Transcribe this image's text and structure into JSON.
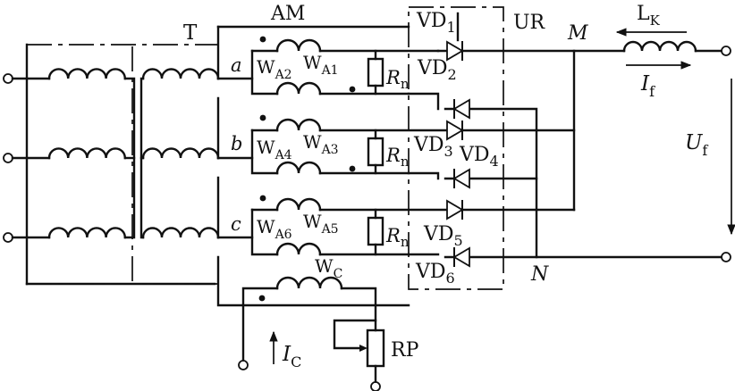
{
  "transformer_label": "T",
  "am": {
    "label": "AM",
    "phases": [
      {
        "name": "a",
        "winding_top_main": "W",
        "winding_top_sub": "A1",
        "winding_bot_main": "W",
        "winding_bot_sub": "A2",
        "resistor_main": "R",
        "resistor_sub": "n"
      },
      {
        "name": "b",
        "winding_top_main": "W",
        "winding_top_sub": "A3",
        "winding_bot_main": "W",
        "winding_bot_sub": "A4",
        "resistor_main": "R",
        "resistor_sub": "n"
      },
      {
        "name": "c",
        "winding_top_main": "W",
        "winding_top_sub": "A5",
        "winding_bot_main": "W",
        "winding_bot_sub": "A6",
        "resistor_main": "R",
        "resistor_sub": "n"
      }
    ],
    "control_winding_main": "W",
    "control_winding_sub": "C"
  },
  "rectifier": {
    "label": "UR",
    "diodes": [
      {
        "main": "VD",
        "sub": "1"
      },
      {
        "main": "VD",
        "sub": "2"
      },
      {
        "main": "VD",
        "sub": "3"
      },
      {
        "main": "VD",
        "sub": "4"
      },
      {
        "main": "VD",
        "sub": "5"
      },
      {
        "main": "VD",
        "sub": "6"
      }
    ]
  },
  "nodes": {
    "m": "M",
    "n": "N"
  },
  "reactor": {
    "main": "L",
    "sub": "K"
  },
  "field_current": {
    "main": "I",
    "sub": "f"
  },
  "field_voltage": {
    "main": "U",
    "sub": "f"
  },
  "control_current": {
    "main": "I",
    "sub": "C"
  },
  "potentiometer": "RP"
}
